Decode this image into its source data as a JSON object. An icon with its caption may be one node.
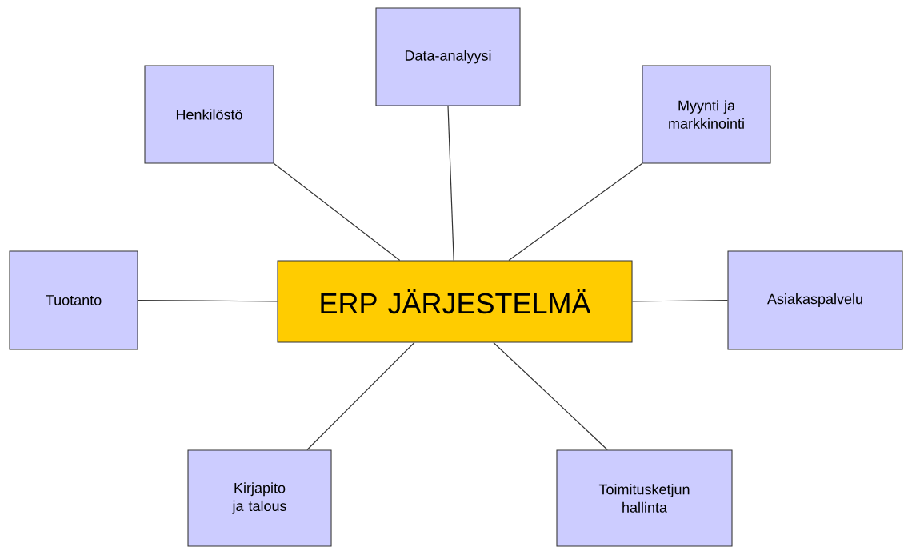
{
  "diagram": {
    "nodes": [
      {
        "text": [
          "ERP JÄRJESTELMÄ"
        ]
      },
      {
        "text": [
          "Data-analyysi"
        ]
      },
      {
        "text": [
          "Henkilöstö"
        ]
      },
      {
        "text": [
          "Myynti ja markkinointi"
        ]
      },
      {
        "text": [
          "Tuotanto"
        ]
      },
      {
        "text": [
          "Asiakaspalvelu"
        ]
      },
      {
        "text": [
          "Kirjapito ja talous"
        ]
      },
      {
        "text": [
          "Toimitusketjun hallinta"
        ]
      }
    ],
    "edges": [
      {
        "from": 0,
        "to": 1,
        "arrow": "none"
      },
      {
        "from": 0,
        "to": 2,
        "arrow": "none"
      },
      {
        "from": 0,
        "to": 3,
        "arrow": "none"
      },
      {
        "from": 0,
        "to": 4,
        "arrow": "none"
      },
      {
        "from": 0,
        "to": 5,
        "arrow": "none"
      },
      {
        "from": 0,
        "to": 6,
        "arrow": "none"
      },
      {
        "from": 0,
        "to": 7,
        "arrow": "none"
      }
    ]
  }
}
